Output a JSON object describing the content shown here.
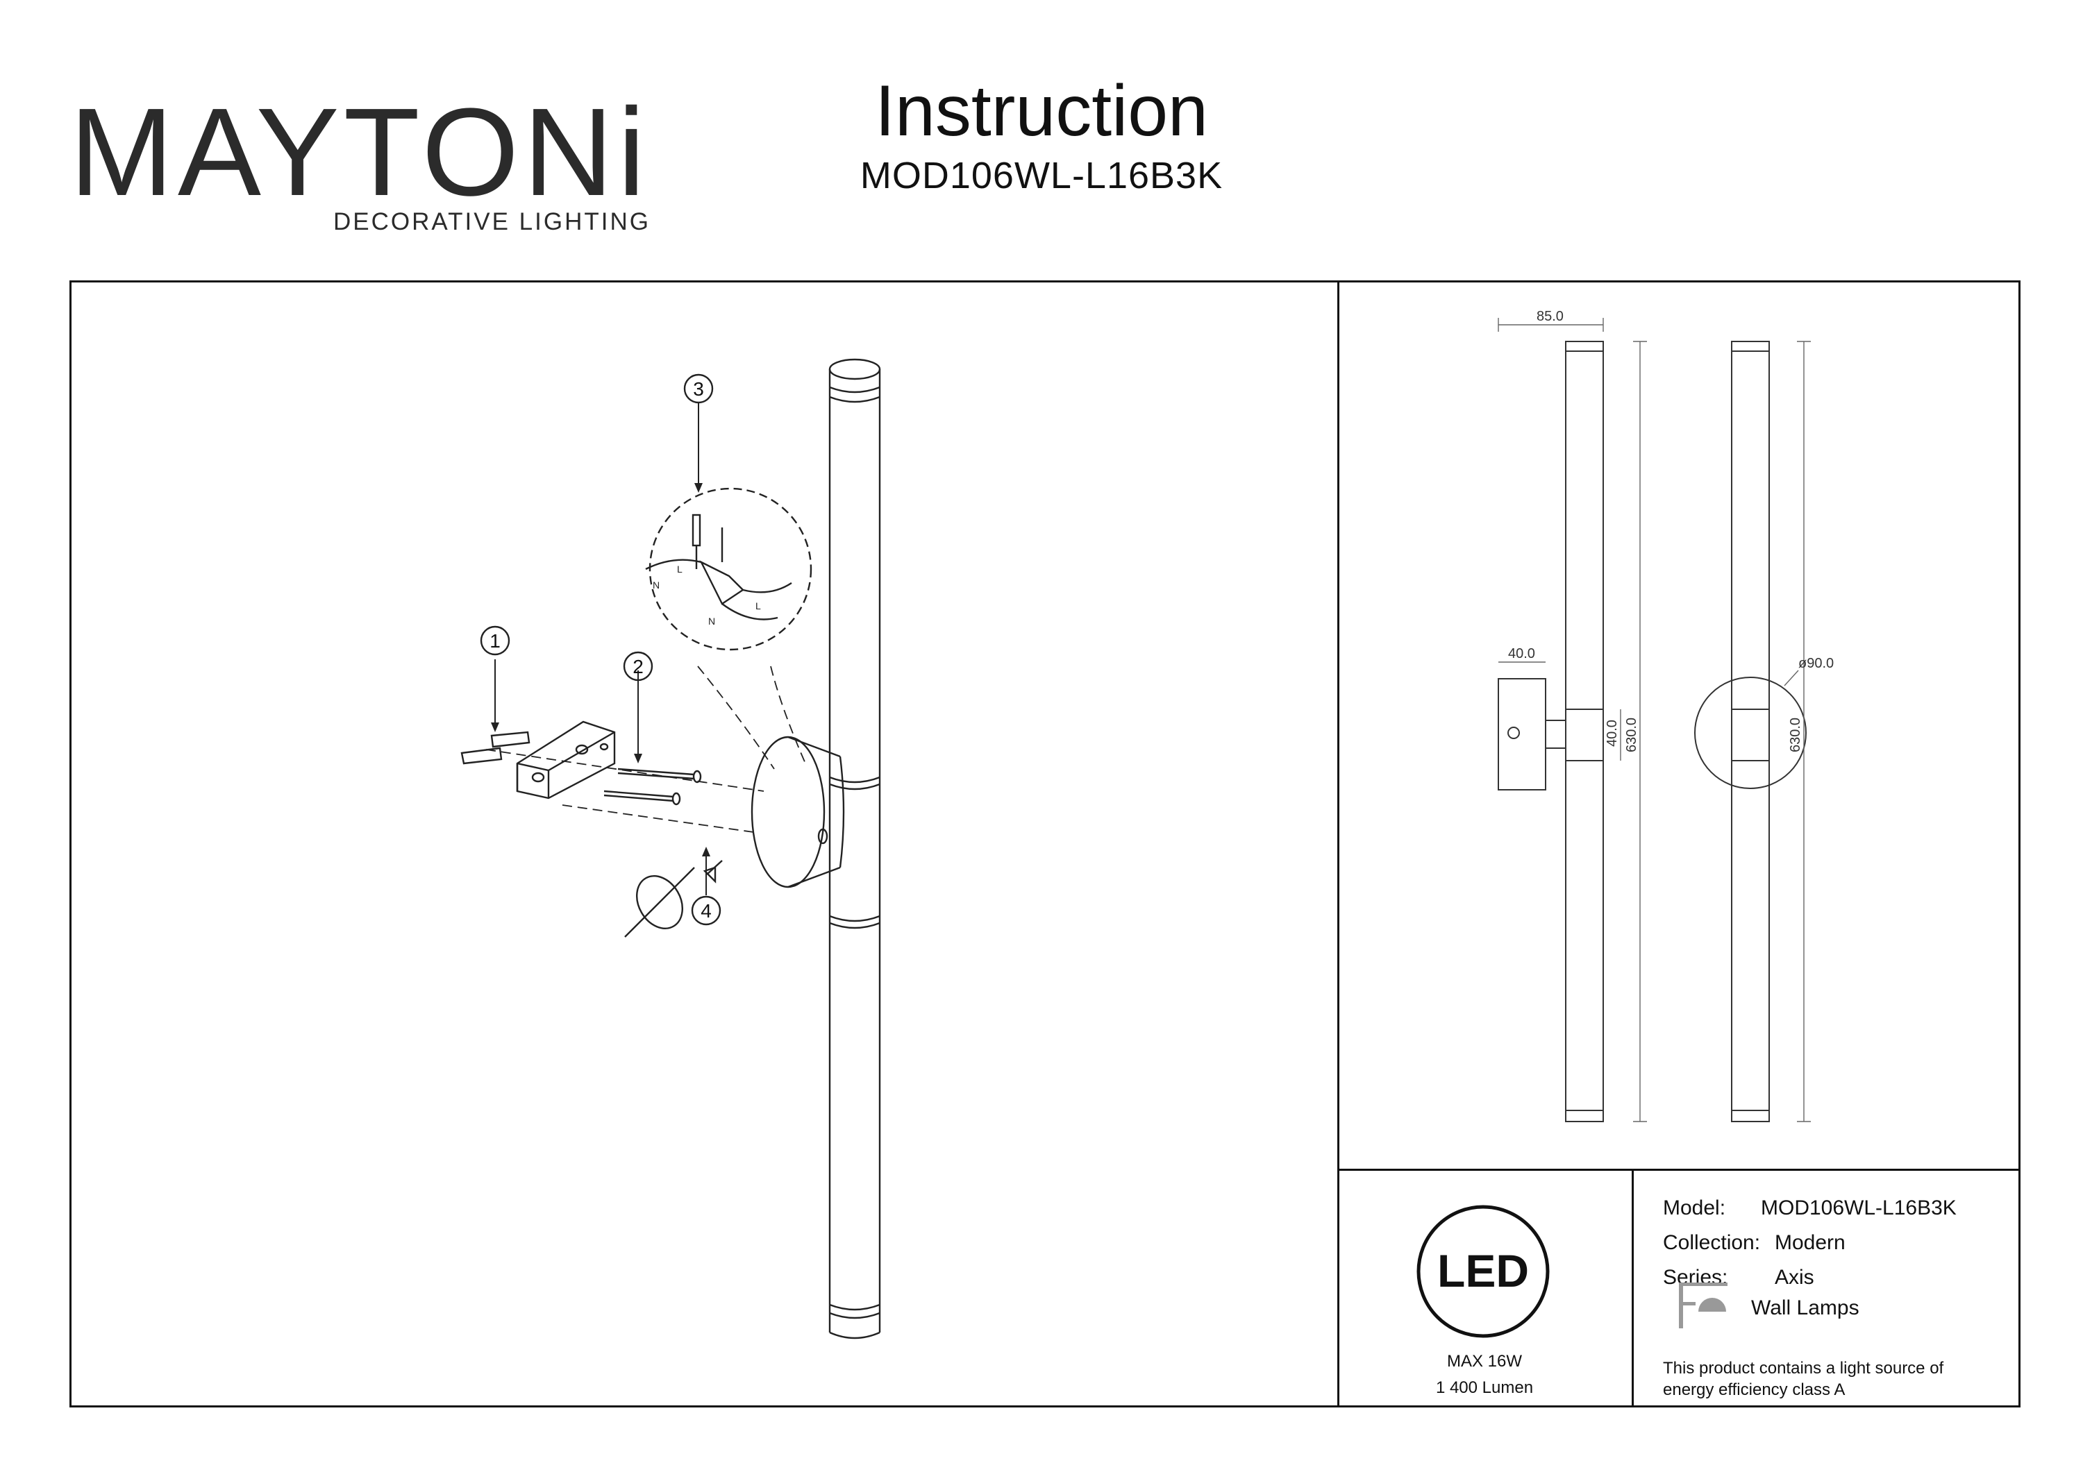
{
  "header": {
    "brand": "MAYTONi",
    "brand_sub": "DECORATIVE LIGHTING",
    "title": "Instruction",
    "model": "MOD106WL-L16B3K"
  },
  "colors": {
    "brand_dot": "#5a1e5b",
    "line": "#111111"
  },
  "assembly": {
    "steps": [
      "1",
      "2",
      "3",
      "4"
    ],
    "wiring_labels": [
      "L",
      "N",
      "L",
      "N"
    ]
  },
  "dimensions": {
    "front_width": "85.0",
    "side_depth": "40.0",
    "mount_height": "40.0",
    "overall_height": "630.0",
    "base_diameter": "ø90.0"
  },
  "specs": {
    "led_badge": "LED",
    "power": "MAX 16W",
    "lumen": "1 400 Lumen"
  },
  "product": {
    "model_label": "Model:",
    "model_value": "MOD106WL-L16B3K",
    "collection_label": "Collection:",
    "collection_value": "Modern",
    "series_label": "Series:",
    "series_value": "Axis",
    "type_icon": "wall-lamp-icon",
    "type_value": "Wall Lamps",
    "energy_note": "This product contains a light source of energy efficiency class A"
  }
}
